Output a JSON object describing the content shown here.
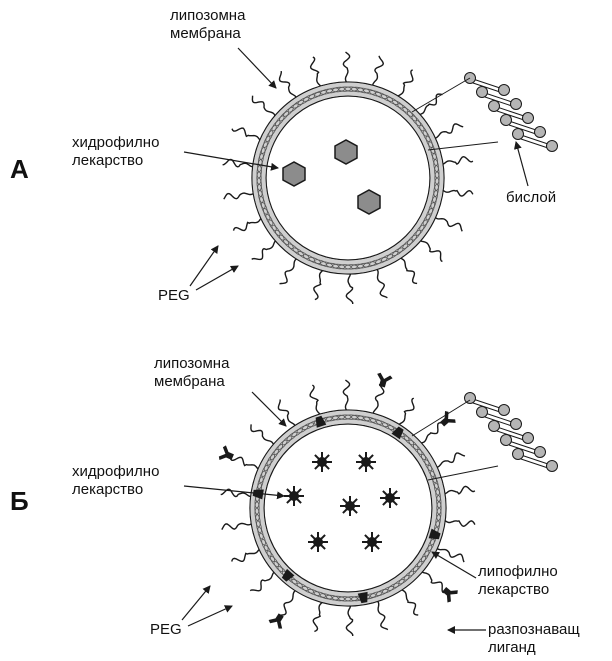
{
  "panel_a": {
    "letter": "А",
    "membrane_label": [
      "липозомна",
      "мембрана"
    ],
    "drug_label": [
      "хидрофилно",
      "лекарство"
    ],
    "bilayer_label": "бислой",
    "peg_label": "PEG"
  },
  "panel_b": {
    "letter": "Б",
    "membrane_label": [
      "липозомна",
      "мембрана"
    ],
    "drug_label": [
      "хидрофилно",
      "лекарство"
    ],
    "lipophilic_label": [
      "липофилно",
      "лекарство"
    ],
    "ligand_label": [
      "разпознаващ",
      "лиганд"
    ],
    "peg_label": "PEG"
  },
  "colors": {
    "ink": "#1a1a1a",
    "membrane_fill": "#cfcfcf",
    "hexagon_fill": "#8c8c8c",
    "bead_fill": "#b5b5b5"
  }
}
